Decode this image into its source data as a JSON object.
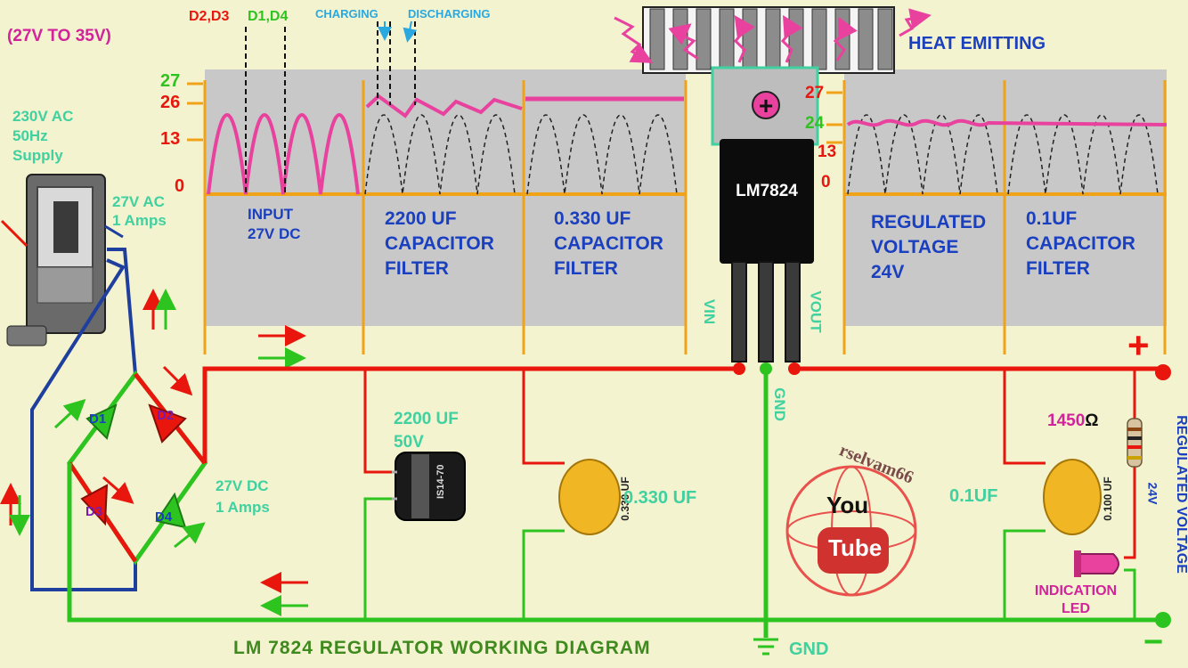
{
  "title": "LM 7824 REGULATOR WORKING DIAGRAM",
  "input_range": "(27V TO 35V)",
  "supply": {
    "line1": "230V AC",
    "line2": "50Hz",
    "line3": "Supply"
  },
  "transformer_out": {
    "line1": "27V AC",
    "line2": "1 Amps"
  },
  "bridge_out": {
    "line1": "27V DC",
    "line2": "1 Amps"
  },
  "diode_pairs": {
    "red": "D2,D3",
    "green": "D1,D4"
  },
  "cap_labels": {
    "charging": "CHARGING",
    "discharging": "DISCHARGING"
  },
  "diodes": [
    "D1",
    "D2",
    "D3",
    "D4"
  ],
  "left_ticks": [
    "27",
    "26",
    "13",
    "0"
  ],
  "right_ticks": [
    "27",
    "24",
    "13",
    "0"
  ],
  "panels": [
    {
      "line1": "INPUT",
      "line2": "27V DC",
      "line3": ""
    },
    {
      "line1": "2200 UF",
      "line2": "CAPACITOR",
      "line3": "FILTER"
    },
    {
      "line1": "0.330 UF",
      "line2": "CAPACITOR",
      "line3": "FILTER"
    },
    {
      "line1": "REGULATED",
      "line2": "VOLTAGE",
      "line3": "24V"
    },
    {
      "line1": "0.1UF",
      "line2": "CAPACITOR",
      "line3": "FILTER"
    }
  ],
  "heat_label": "HEAT EMITTING",
  "regulator": {
    "name": "LM7824",
    "vin": "VIN",
    "vout": "VOUT",
    "gnd": "GND"
  },
  "electrolytic": {
    "value": "2200 UF",
    "voltage": "50V",
    "body_text": "IS14-70"
  },
  "ceramic1": {
    "label": "0.330 UF",
    "body_text": "0.330 UF"
  },
  "ceramic2": {
    "label": "0.1UF",
    "body_text": "0.100 UF"
  },
  "resistor": {
    "value": "1450",
    "unit": "Ω"
  },
  "led_label": {
    "line1": "INDICATION",
    "line2": "LED"
  },
  "output_label": "REGULATED VOLTAGE",
  "output_voltage": "24V",
  "ground_label": "GND",
  "plus_sign": "+",
  "minus_sign": "−",
  "watermark": {
    "channel": "rselvam66",
    "logo_top": "You",
    "logo_bottom": "Tube"
  },
  "colors": {
    "background": "#f3f3cf",
    "graph_panel": "#c8c8c8",
    "positive_wire": "#e8160c",
    "negative_wire": "#2ec420",
    "ac_wire": "#1f3f9e",
    "waveform": "#e8429e",
    "label_blue": "#1a3fbf",
    "axis_orange": "#f0a318",
    "label_teal": "#3fd1a0"
  }
}
